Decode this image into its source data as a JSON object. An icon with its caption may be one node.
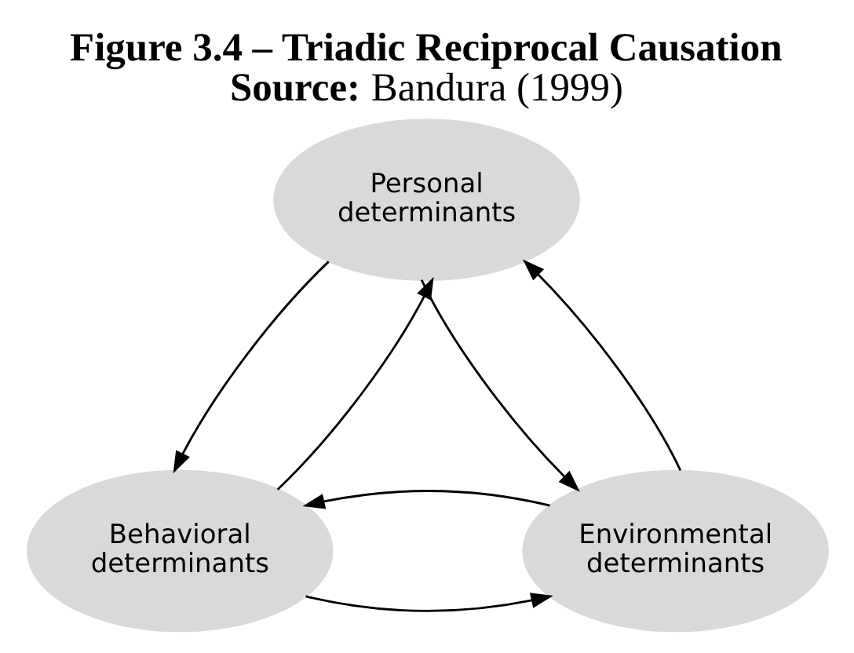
{
  "diagram": {
    "title": "Figure 3.4 – Triadic Reciprocal Causation",
    "caption": "**Source:** Bandura (1999)",
    "nodes": [
      {
        "text": [
          "Personal determinants"
        ]
      },
      {
        "text": [
          "Behavioral determinants"
        ]
      },
      {
        "text": [
          "Environmental determinants"
        ]
      }
    ],
    "edges": [
      {
        "from": 0,
        "to": 1,
        "arrow": "to"
      },
      {
        "from": 1,
        "to": 0,
        "arrow": "to"
      },
      {
        "from": 0,
        "to": 2,
        "arrow": "to"
      },
      {
        "from": 2,
        "to": 0,
        "arrow": "to"
      },
      {
        "from": 1,
        "to": 2,
        "arrow": "to"
      },
      {
        "from": 2,
        "to": 1,
        "arrow": "to"
      }
    ]
  }
}
